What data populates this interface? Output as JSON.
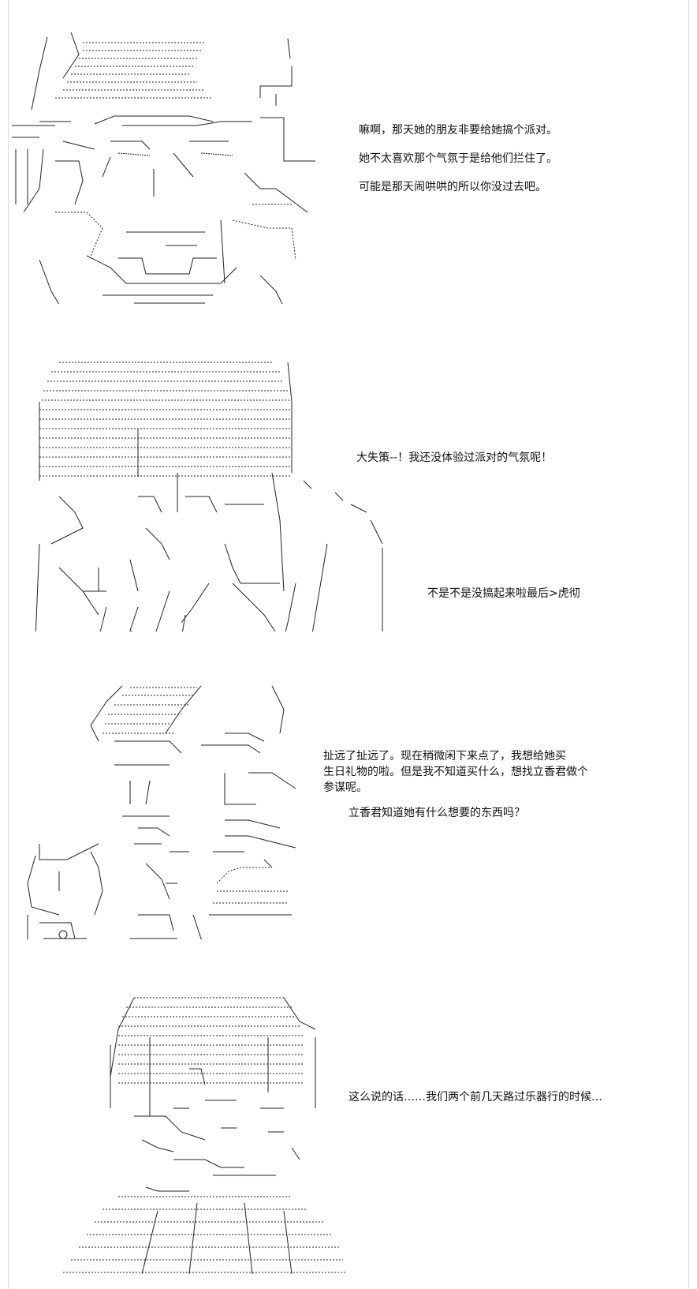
{
  "panels": [
    {
      "id": "panel-1",
      "lines": [
        "嘛啊，那天她的朋友非要给她搞个派对。",
        "她不太喜欢那个气氛于是给他们拦住了。",
        "可能是那天闹哄哄的所以你没过去吧。"
      ]
    },
    {
      "id": "panel-2",
      "lines": [
        "大失策--！我还没体验过派对的气氛呢！"
      ],
      "aside": "不是不是没搞起来啦最后>虎彻"
    },
    {
      "id": "panel-3",
      "lines": [
        "扯远了扯远了。现在稍微闲下来点了，我想给她买",
        "生日礼物的啦。但是我不知道买什么，想找立香君做个",
        "参谋呢。"
      ],
      "question": "立香君知道她有什么想要的东西吗？"
    },
    {
      "id": "panel-4",
      "lines": [
        "这么说的话……我们两个前几天路过乐器行的时候…"
      ]
    }
  ]
}
